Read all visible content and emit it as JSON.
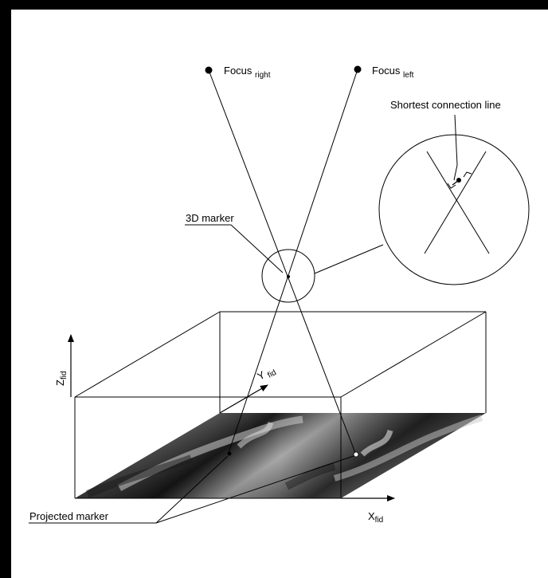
{
  "labels": {
    "focus_right": "Focus",
    "focus_right_sub": "right",
    "focus_left": "Focus",
    "focus_left_sub": "left",
    "shortest_line": "Shortest connection line",
    "marker_3d": "3D marker",
    "projected_marker": "Projected marker",
    "z_axis": "Z",
    "z_axis_sub": "fid",
    "y_axis": "Y",
    "y_axis_sub": "fid",
    "x_axis": "X",
    "x_axis_sub": "fid"
  },
  "colors": {
    "line": "#000000",
    "background": "#ffffff",
    "frame": "#000000"
  }
}
